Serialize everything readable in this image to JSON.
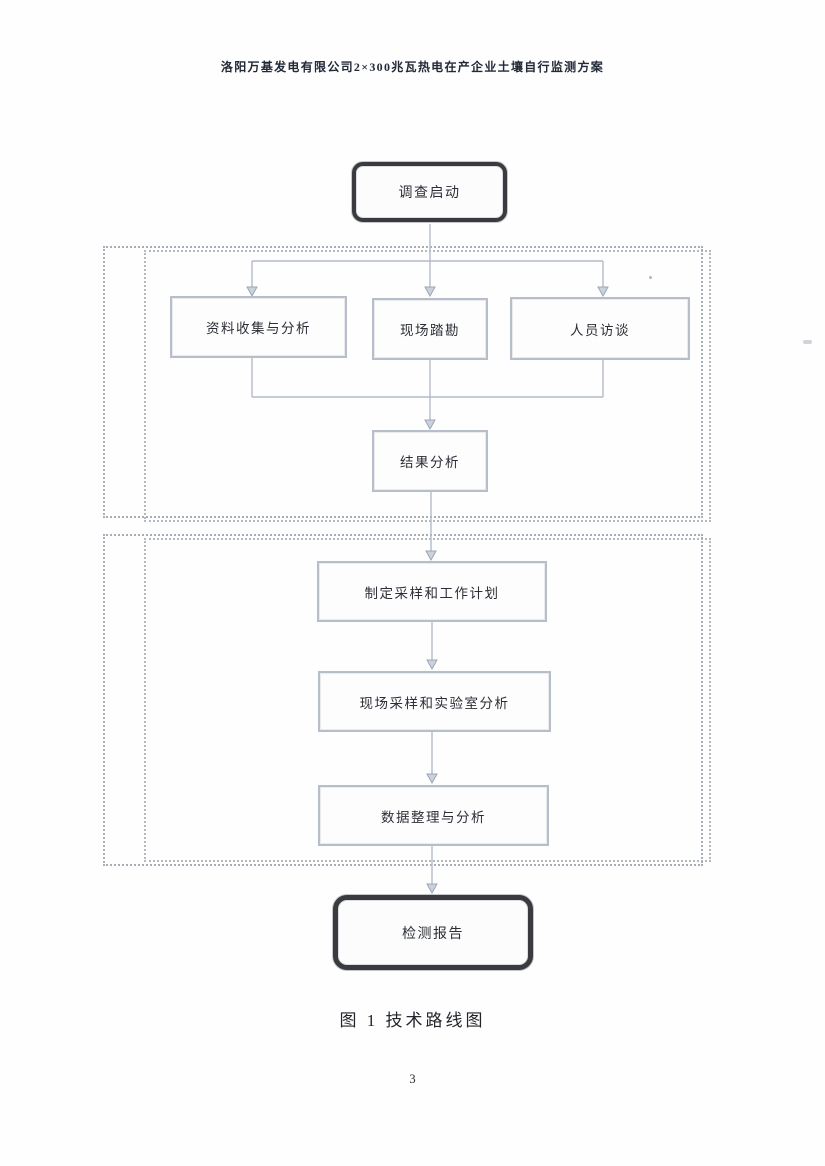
{
  "page": {
    "header": "洛阳万基发电有限公司2×300兆瓦热电在产企业土壤自行监测方案",
    "figure_caption": "图 1  技术路线图",
    "page_number": "3"
  },
  "flowchart": {
    "nodes": {
      "start": "调查启动",
      "collect": "资料收集与分析",
      "site_survey": "现场踏勘",
      "interview": "人员访谈",
      "result_analysis": "结果分析",
      "plan": "制定采样和工作计划",
      "sampling": "现场采样和实验室分析",
      "data_processing": "数据整理与分析",
      "report": "检测报告"
    },
    "colors": {
      "connector": "#b3bbc7",
      "arrowhead_fill": "#ccd2db",
      "process_border": "#b7bec9",
      "terminal_border": "#3a3b3e",
      "container_dotted": "#9aa1ab",
      "text": "#2c2f36"
    }
  }
}
